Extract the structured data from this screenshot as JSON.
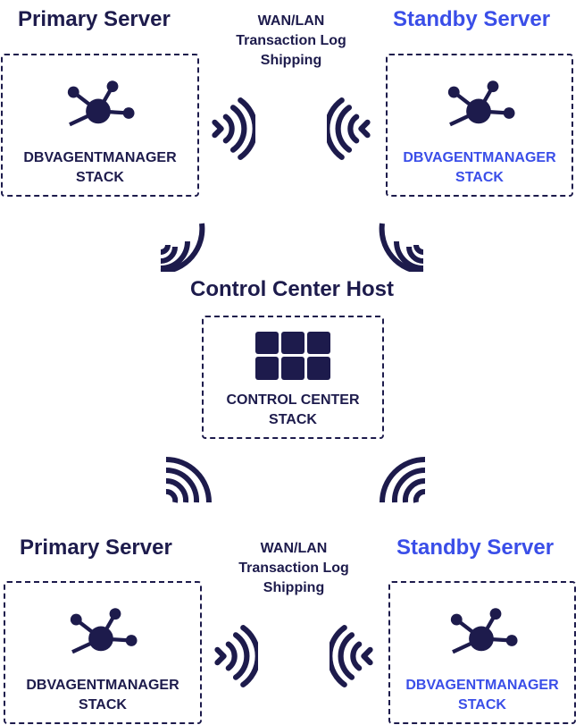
{
  "colors": {
    "primary": "#1d1b4c",
    "standby": "#3a4ee8"
  },
  "top": {
    "primary_title": "Primary Server",
    "standby_title": "Standby Server",
    "shipping_line1": "WAN/LAN",
    "shipping_line2": "Transaction Log",
    "shipping_line3": "Shipping",
    "primary_stack_line1": "DBVAGENTMANAGER",
    "primary_stack_line2": "STACK",
    "standby_stack_line1": "DBVAGENTMANAGER",
    "standby_stack_line2": "STACK"
  },
  "center": {
    "title": "Control Center Host",
    "stack_line1": "CONTROL CENTER",
    "stack_line2": "STACK"
  },
  "bottom": {
    "primary_title": "Primary Server",
    "standby_title": "Standby Server",
    "shipping_line1": "WAN/LAN",
    "shipping_line2": "Transaction Log",
    "shipping_line3": "Shipping",
    "primary_stack_line1": "DBVAGENTMANAGER",
    "primary_stack_line2": "STACK",
    "standby_stack_line1": "DBVAGENTMANAGER",
    "standby_stack_line2": "STACK"
  },
  "icons": {
    "agent": "network-node-icon",
    "control_center": "grid-icon",
    "signal": "wireless-signal-icon"
  }
}
